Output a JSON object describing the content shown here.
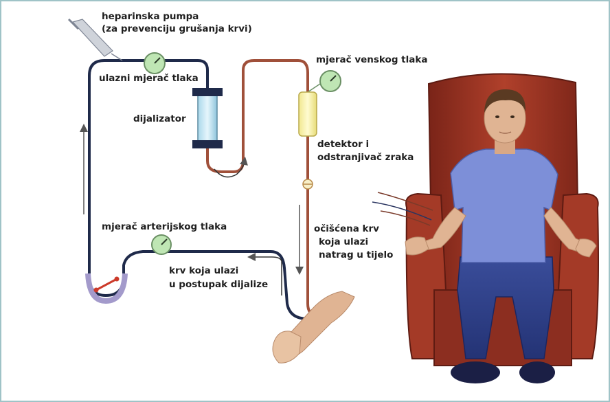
{
  "labels": {
    "heparin_pump_1": "heparinska pumpa",
    "heparin_pump_2": "(za prevenciju grušanja krvi)",
    "inlet_pressure": "ulazni mjerač tlaka",
    "dialyzer": "dijalizator",
    "venous_pressure": "mjerač venskog tlaka",
    "air_detector_1": "detektor i",
    "air_detector_2": "odstranjivač zraka",
    "arterial_pressure": "mjerač arterijskog tlaka",
    "blood_in_1": "krv koja ulazi",
    "blood_in_2": "u postupak dijalize",
    "clean_blood_1": "očišćena krv",
    "clean_blood_2": "koja ulazi",
    "clean_blood_3": "natrag u tijelo"
  },
  "colors": {
    "frame_border": "#9fc3c7",
    "venous_tube": "#a0503a",
    "arterial_tube": "#1f2a4a",
    "gauge_fill": "#bfe6b4",
    "chair": "#9a3322",
    "shirt": "#7d8fd8",
    "jeans": "#2e3f86",
    "skin": "#e0b493"
  },
  "icons": {
    "syringe": "syringe-icon",
    "gauges": "pressure-gauge-icon",
    "dialyzer": "dialyzer-cartridge-icon",
    "air_trap": "air-trap-icon",
    "pump": "blood-pump-icon"
  }
}
